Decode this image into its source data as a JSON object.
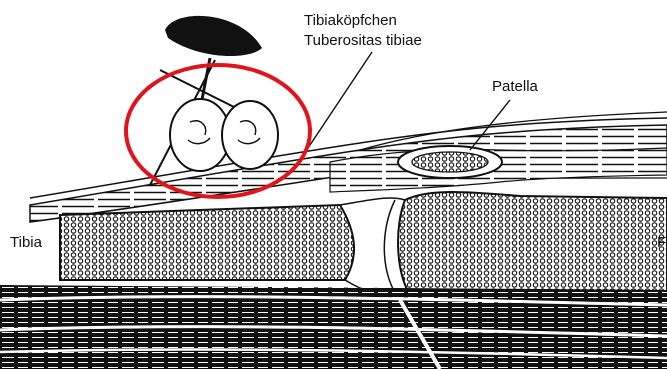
{
  "labels": {
    "tibiakoepfchen": "Tibiaköpfchen",
    "tuberositas": "Tuberositas tibiae",
    "patella": "Patella",
    "tibia": "Tibia",
    "femur_partial": "F"
  },
  "colors": {
    "ink": "#111111",
    "highlight_ring": "#e0141a",
    "paper": "#ffffff"
  },
  "icons": {
    "transducer": "ultrasound-probe-icon"
  }
}
